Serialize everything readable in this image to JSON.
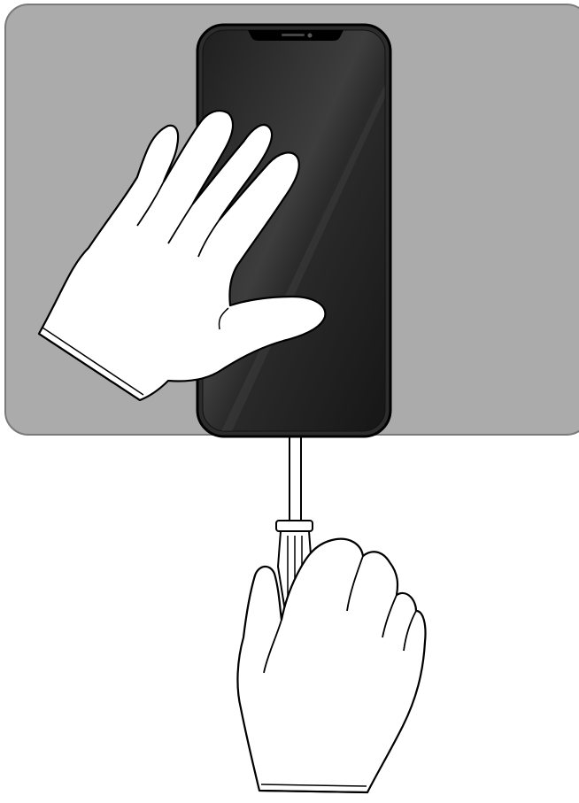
{
  "illustration": {
    "colors": {
      "work_mat": "#ababab",
      "work_mat_outline": "#7a7a7a",
      "phone_body": "#2c2c2c",
      "phone_screen_dark": "#1c1c1c",
      "phone_screen_light": "#4a4a4a",
      "outline": "#000000",
      "glove": "#ffffff"
    },
    "icons": {
      "mat": "work-mat",
      "phone": "smartphone",
      "hand_top": "gloved-hand-holding-phone",
      "hand_bottom": "gloved-hand-holding-screwdriver",
      "tool": "screwdriver"
    }
  }
}
